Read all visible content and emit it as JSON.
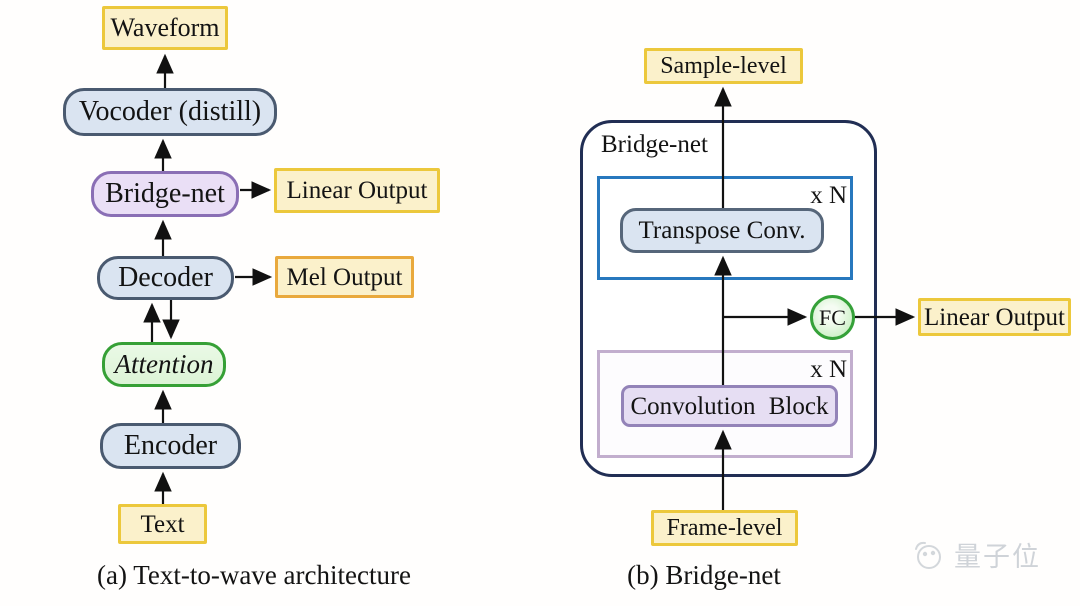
{
  "palette": {
    "yellow_fill": "#FBF1CB",
    "yellow_border": "#ECC83C",
    "orange_border": "#E9A93D",
    "blue_node_fill": "#DAE4F1",
    "blue_node_border": "#4A5A70",
    "purple_node_fill": "#EADFF6",
    "purple_node_border": "#8A6FB5",
    "green_fill": "#DFF5DB",
    "green_border": "#36A036",
    "container_border": "#212E54",
    "blue_rect_border": "#2778BE",
    "purple_rect_border": "#C2AECE",
    "arrow_color": "#111111"
  },
  "left": {
    "caption": "(a) Text-to-wave architecture",
    "nodes": {
      "waveform": "Waveform",
      "vocoder": "Vocoder (distill)",
      "bridge_net": "Bridge-net",
      "linear_output": "Linear Output",
      "decoder": "Decoder",
      "mel_output": "Mel Output",
      "attention": "Attention",
      "encoder": "Encoder",
      "text": "Text"
    }
  },
  "right": {
    "caption": "(b) Bridge-net",
    "container_label": "Bridge-net",
    "sample_level": "Sample-level",
    "repeat_top": "x N",
    "transpose_conv": "Transpose Conv.",
    "fc": "FC",
    "linear_output": "Linear Output",
    "repeat_bottom": "x N",
    "convolution_block": "Convolution Block",
    "frame_level": "Frame-level"
  },
  "watermark": {
    "text": "量子位"
  }
}
